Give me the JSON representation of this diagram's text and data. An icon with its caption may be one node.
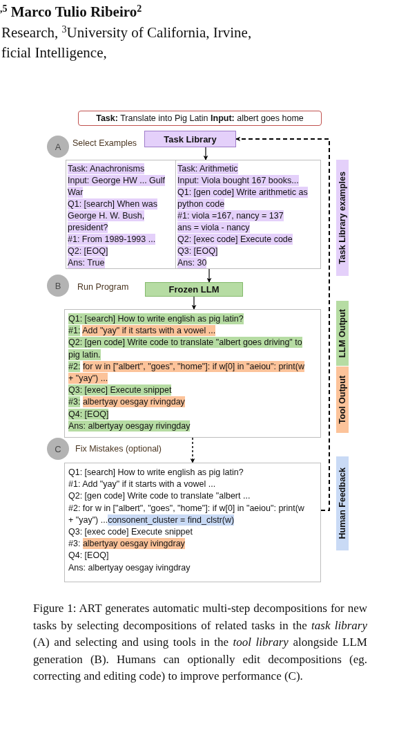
{
  "diagram": {
    "caption": "Figure 1: ART generates automatic multi-step decompositions for new tasks by selecting decompositions of related tasks in the *task library* (A) and selecting and using tools in the *tool library* alongside LLM generation (B). Humans can optionally edit decompositions (eg. correcting and editing code) to improve performance (C).",
    "nodes": [
      {
        "text": [
          "**Task:** Translate into Pig Latin **Input:** albert goes home"
        ]
      },
      {
        "text": [
          "Task Library"
        ]
      },
      {
        "text": [
          "A"
        ],
        "beside": [
          "Select Examples"
        ]
      },
      {
        "text": [
          "Task: Anachronisms",
          "Input: George HW ... Gulf War",
          "Q1: [search] When was George H. W. Bush, president?",
          "#1: From 1989-1993 ...",
          "Q2: [EOQ]",
          "Ans: True"
        ]
      },
      {
        "text": [
          "Task: Arithmetic",
          "Input: Viola bought 167 books...",
          "Q1: [gen code] Write arithmetic as python code",
          "#1: viola =167, nancy = 137",
          "ans = viola - nancy",
          "Q2: [exec code] Execute code",
          "Q3: [EOQ]",
          "Ans: 30"
        ]
      },
      {
        "text": [
          "B"
        ],
        "beside": [
          "Run Program"
        ]
      },
      {
        "text": [
          "Frozen LLM"
        ]
      },
      {
        "text": [
          "Q1: [search] How to write english as pig latin?",
          "#1:",
          "Add \"yay\" if it starts with a vowel ...",
          "Q2: [gen code] Write code to translate \"albert goes driving\" to pig latin.",
          "#2:",
          "for w in [\"albert\", \"goes\", \"home\"]: if w[0] in \"aeiou\": print(w + \"yay\") ...",
          "Q3: [exec] Execute snippet",
          "#3:",
          "albertyay oesgay rivingday",
          "Q4: [EOQ]",
          "Ans: albertyay oesgay rivingday"
        ]
      },
      {
        "text": [
          "C"
        ],
        "beside": [
          "Fix Mistakes (optional)"
        ]
      },
      {
        "text": [
          "Q1: [search] How to write english as pig latin?",
          "#1: Add \"yay\" if it starts with a vowel ...",
          "Q2: [gen code] Write code to translate \"albert ...",
          "#2: for w in [\"albert\", \"goes\", \"home\"]: if w[0] in \"aeiou\": print(w + \"yay\") ...",
          "consonent_cluster = find_clstr(w)",
          "Q3: [exec code] Execute snippet",
          "#3:",
          "albertyay oesgay ivingdray",
          "Q4: [EOQ]",
          "Ans: albertyay oesgay ivingdray"
        ]
      }
    ],
    "edges": [
      {
        "from": 1,
        "to": 4,
        "arrow": "to"
      },
      {
        "from": 4,
        "to": 6,
        "arrow": "to"
      },
      {
        "from": 6,
        "to": 7,
        "arrow": "to"
      },
      {
        "from": 7,
        "to": 9,
        "arrow": "to",
        "style": "dashed"
      },
      {
        "from": 9,
        "to": 1,
        "arrow": "to",
        "style": "dashed"
      }
    ],
    "labels": [
      "$^{,5}$ Marco Tulio Ribeiro$^{2}$",
      "Research, $^{3}$University of California, Irvine,",
      "ficial Intelligence,"
    ],
    "legend": [
      {
        "text": "Task Library examples",
        "color": "#e4d0fa"
      },
      {
        "text": "LLM Output",
        "color": "#b6dca3"
      },
      {
        "text": "Tool Output",
        "color": "#fcc39a"
      },
      {
        "text": "Human Feedback",
        "color": "#c9daf5"
      }
    ]
  }
}
